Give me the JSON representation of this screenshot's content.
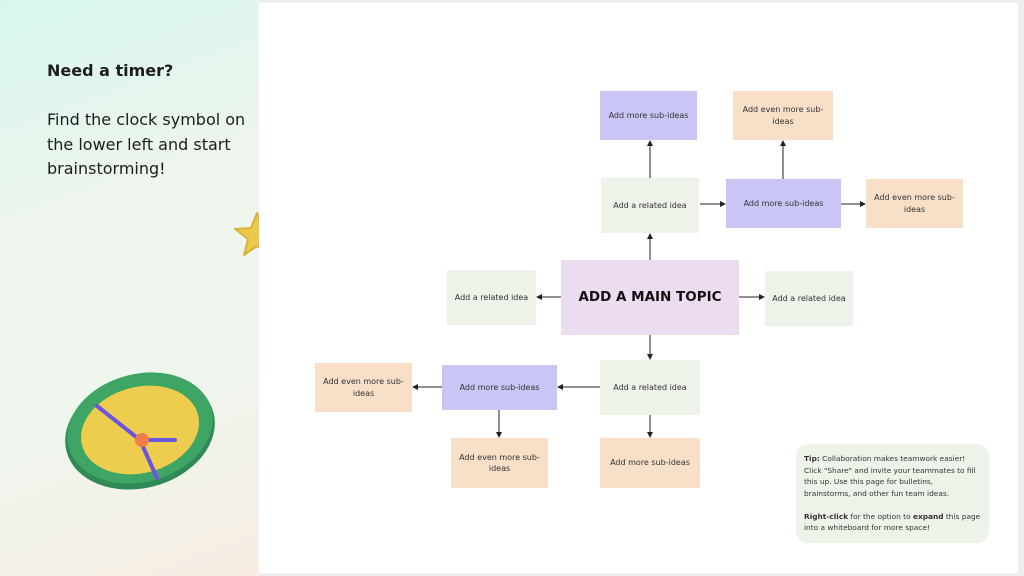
{
  "sidebar": {
    "heading": "Need a timer?",
    "body": "Find the clock symbol on the lower left and start brainstorming!"
  },
  "mindmap": {
    "main": "ADD A MAIN TOPIC",
    "top_sub": "Add more sub-ideas",
    "top_right_even": "Add even more sub-ideas",
    "top_related": "Add a related idea",
    "top_right_sub": "Add more sub-ideas",
    "far_right_even": "Add even more sub-ideas",
    "left_related": "Add a related idea",
    "right_related": "Add a related idea",
    "bottom_related": "Add a related idea",
    "bottom_left_sub": "Add more sub-ideas",
    "far_left_even": "Add even more sub-ideas",
    "bottom_even": "Add even more sub-ideas",
    "bottom_sub": "Add more sub-ideas"
  },
  "tip": {
    "label": "Tip:",
    "line1": " Collaboration makes teamwork easier! Click \"Share\" and invite your teammates to fill this up. Use this page for bulletins, brainstorms, and other fun team ideas.",
    "bold1": "Right-click",
    "mid": " for the option to ",
    "bold2": "expand",
    "end": " this page into a whiteboard for more space!"
  },
  "colors": {
    "purple": "#c9c5f5",
    "orange": "#f8dfc7",
    "green": "#eef3ea",
    "pink": "#ecdcef"
  }
}
